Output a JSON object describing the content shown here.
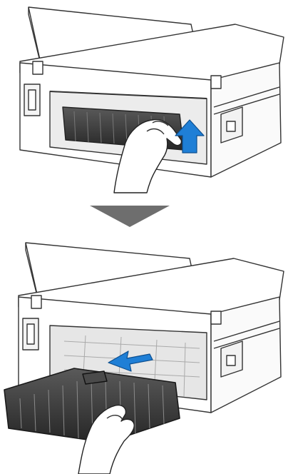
{
  "figure": {
    "panels": [
      {
        "id": "step-1",
        "action": "lift-cover",
        "arrow_direction": "up",
        "arrow_color": "#1f7fd6"
      },
      {
        "id": "step-2",
        "action": "pull-out-cover",
        "arrow_direction": "left",
        "arrow_color": "#1f7fd6"
      }
    ],
    "transition_arrow": {
      "direction": "down",
      "color": "#6e6e6e"
    },
    "colors": {
      "printer_body": "#ffffff",
      "printer_outline": "#333333",
      "interior": "#e9e9e9",
      "cover_dark": "#3a3a3a",
      "hand_fill": "#ffffff"
    }
  }
}
